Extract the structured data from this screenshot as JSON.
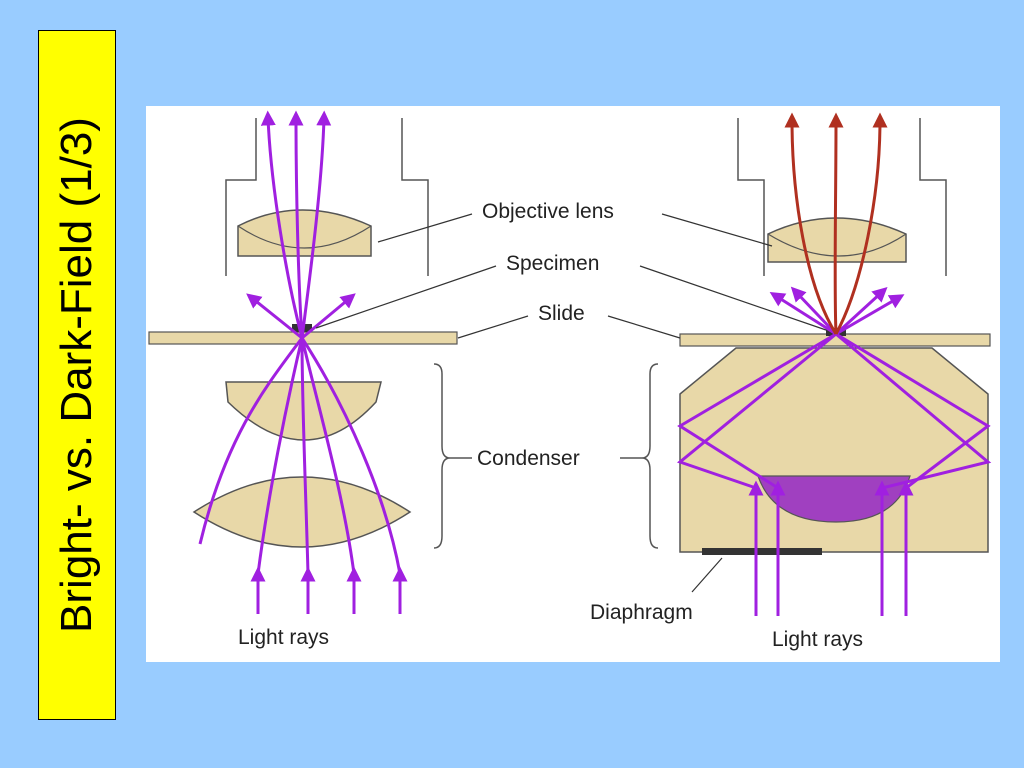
{
  "slide": {
    "title": "Bright- vs. Dark-Field (1/3)"
  },
  "diagram": {
    "labels": {
      "objective_lens": "Objective lens",
      "specimen": "Specimen",
      "slide": "Slide",
      "condenser": "Condenser",
      "diaphragm": "Diaphragm",
      "light_rays_left": "Light rays",
      "light_rays_right": "Light rays"
    },
    "colors": {
      "background": "#99ccff",
      "title_box": "#ffff00",
      "lens": "#e8d8a8",
      "ray_bright": "#a020e0",
      "ray_scattered": "#b03020",
      "diaphragm_fill": "#a040c0"
    }
  }
}
